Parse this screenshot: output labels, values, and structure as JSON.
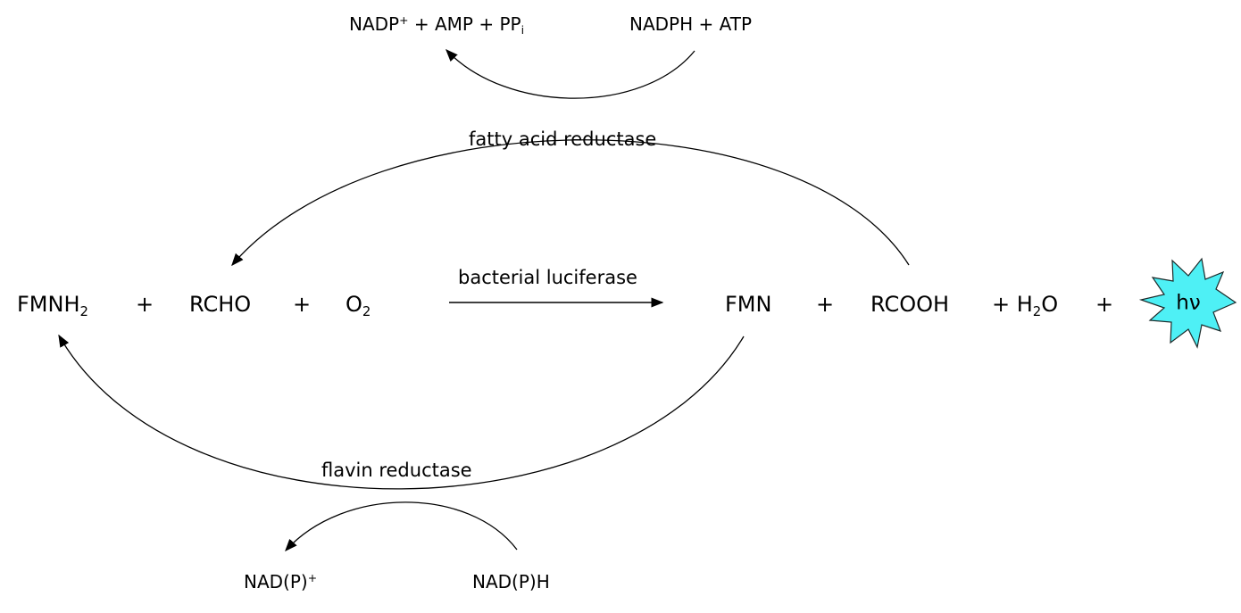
{
  "main_reaction": {
    "reactant_1": {
      "base": "FMNH",
      "sub": "2"
    },
    "plus_1": "+",
    "reactant_2": "RCHO",
    "plus_2": "+",
    "reactant_3": {
      "base": "O",
      "sub": "2"
    },
    "enzyme": "bacterial luciferase",
    "product_1": "FMN",
    "plus_3": "+",
    "product_2": "RCOOH",
    "product_3": {
      "prefix": "+ H",
      "sub": "2",
      "suffix": "O"
    },
    "plus_4": "+",
    "light": "hν"
  },
  "top_cycle": {
    "enzyme": "fatty acid reductase",
    "input": "NADPH + ATP",
    "output": {
      "base": "NADP",
      "sup": "+",
      "mid": " + AMP + PP",
      "sub": "i"
    }
  },
  "bottom_cycle": {
    "enzyme": "flavin reductase",
    "input": "NAD(P)H",
    "output": {
      "base": "NAD(P)",
      "sup": "+"
    }
  },
  "colors": {
    "ink": "#000000",
    "star_fill": "#4ef0f5",
    "star_stroke": "#1c2a2a"
  }
}
